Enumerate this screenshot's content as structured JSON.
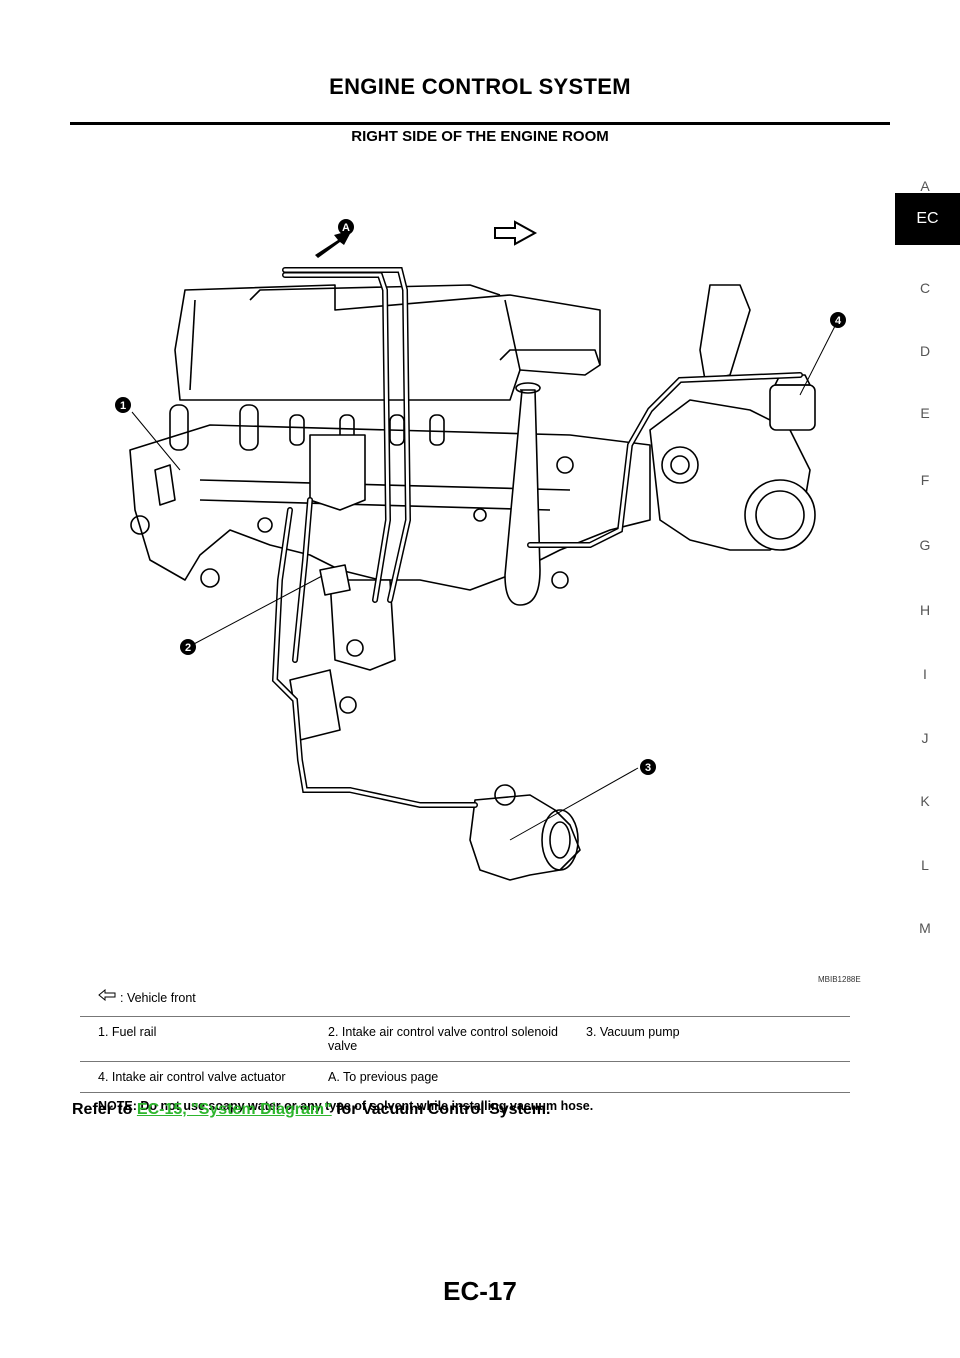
{
  "header": {
    "title": "ENGINE CONTROL SYSTEM"
  },
  "section": {
    "title": "RIGHT SIDE OF THE ENGINE ROOM"
  },
  "side_index": {
    "letters": [
      "A",
      "EC",
      "C",
      "D",
      "E",
      "F",
      "G",
      "H",
      "I",
      "J",
      "K",
      "L",
      "M"
    ],
    "active": "EC"
  },
  "figure": {
    "id": "MBIB1288E",
    "callouts": [
      "1",
      "2",
      "3",
      "4",
      "A"
    ]
  },
  "legend": {
    "front_label": ": Vehicle front",
    "rows": [
      [
        "1.  Fuel rail",
        "2.  Intake air control valve control solenoid valve",
        "3.  Vacuum pump"
      ],
      [
        "4.  Intake air control valve actuator",
        "A.  To previous page",
        ""
      ]
    ],
    "note": "NOTE: Do not use soapy water or any type of solvent while installing vacuum hose."
  },
  "refer": {
    "prefix": "Refer to",
    "link": "EC-15, \"System Diagram\"",
    "suffix": "for Vacuum Control System."
  },
  "page_number": "EC-17"
}
